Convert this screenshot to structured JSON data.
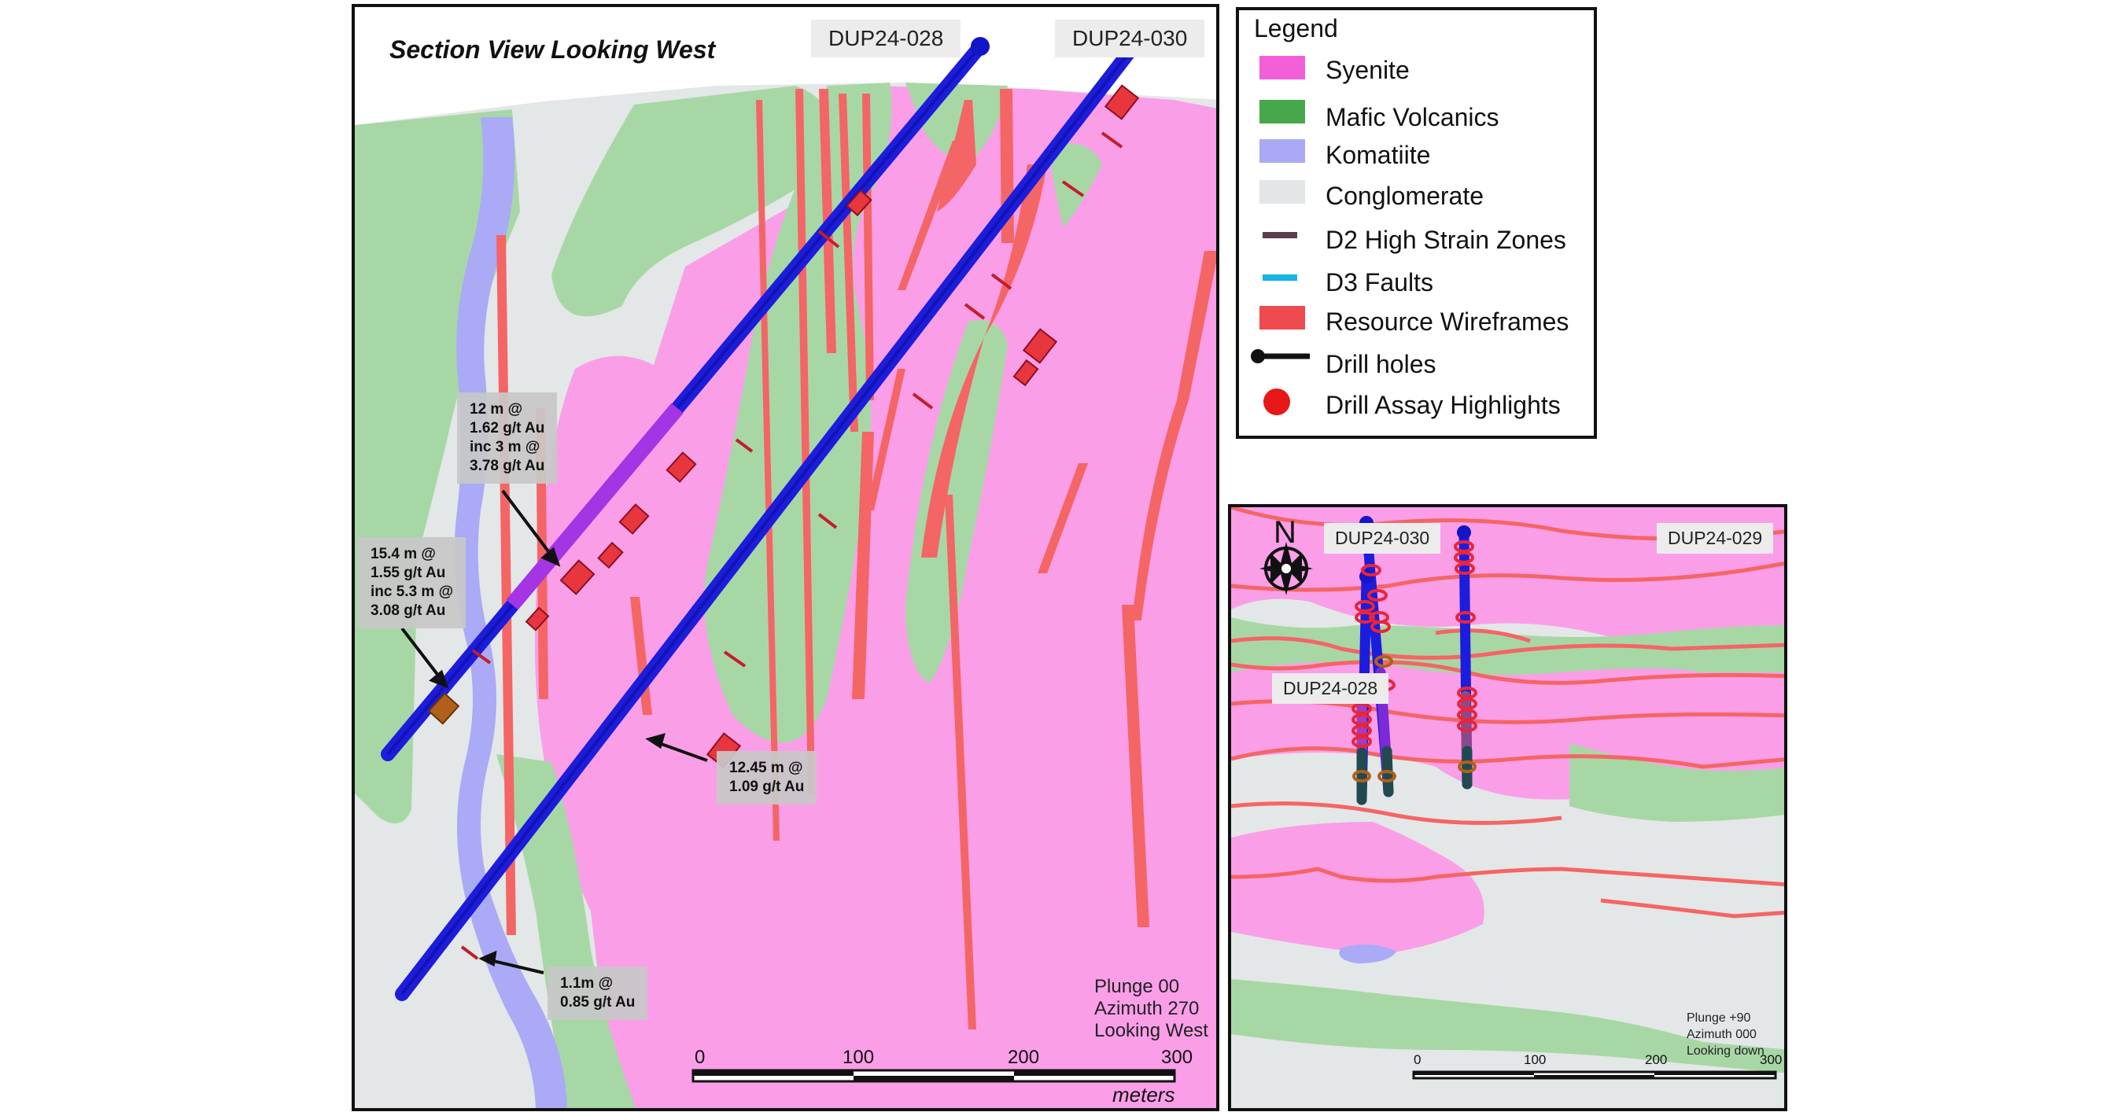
{
  "section": {
    "title": "Section View Looking West",
    "holes": [
      "DUP24-028",
      "DUP24-030"
    ],
    "annotations": [
      "12 m @\n1.62 g/t Au\ninc 3 m @\n3.78 g/t Au",
      "15.4 m @\n1.55 g/t Au\ninc 5.3 m @\n3.08 g/t Au",
      "12.45 m @\n1.09 g/t Au",
      "1.1m @\n0.85 g/t Au"
    ],
    "orientation": "Plunge 00\nAzimuth 270\nLooking West",
    "scale": {
      "ticks": [
        "0",
        "100",
        "200",
        "300"
      ],
      "unit": "meters"
    }
  },
  "legend": {
    "title": "Legend",
    "items": [
      {
        "label": "Syenite",
        "color": "#f25fd8",
        "kind": "fill"
      },
      {
        "label": "Mafic Volcanics",
        "color": "#47a84b",
        "kind": "fill"
      },
      {
        "label": "Komatiite",
        "color": "#a9a9f5",
        "kind": "fill"
      },
      {
        "label": "Conglomerate",
        "color": "#e2e6e6",
        "kind": "fill"
      },
      {
        "label": "D2 High Strain Zones",
        "color": "#5a3d4f",
        "kind": "line"
      },
      {
        "label": "D3 Faults",
        "color": "#19b3e6",
        "kind": "line"
      },
      {
        "label": "Resource Wireframes",
        "color": "#ee4a4f",
        "kind": "fill"
      },
      {
        "label": "Drill holes",
        "color": "#111111",
        "kind": "hole"
      },
      {
        "label": "Drill Assay Highlights",
        "color": "#e81818",
        "kind": "dot"
      }
    ]
  },
  "plan": {
    "north": "N",
    "holes": [
      "DUP24-030",
      "DUP24-029",
      "DUP24-028"
    ],
    "orientation": "Plunge +90\nAzimuth 000\nLooking down",
    "scale": {
      "ticks": [
        "0",
        "100",
        "200",
        "300"
      ]
    }
  },
  "colors": {
    "syenite": "#fa9ee8",
    "mafic": "#a8d7a6",
    "komatiite": "#aaaaf7",
    "conglomerate": "#e3e7e7",
    "wireframe": "#f46565",
    "hole": "#1c1cdc"
  }
}
